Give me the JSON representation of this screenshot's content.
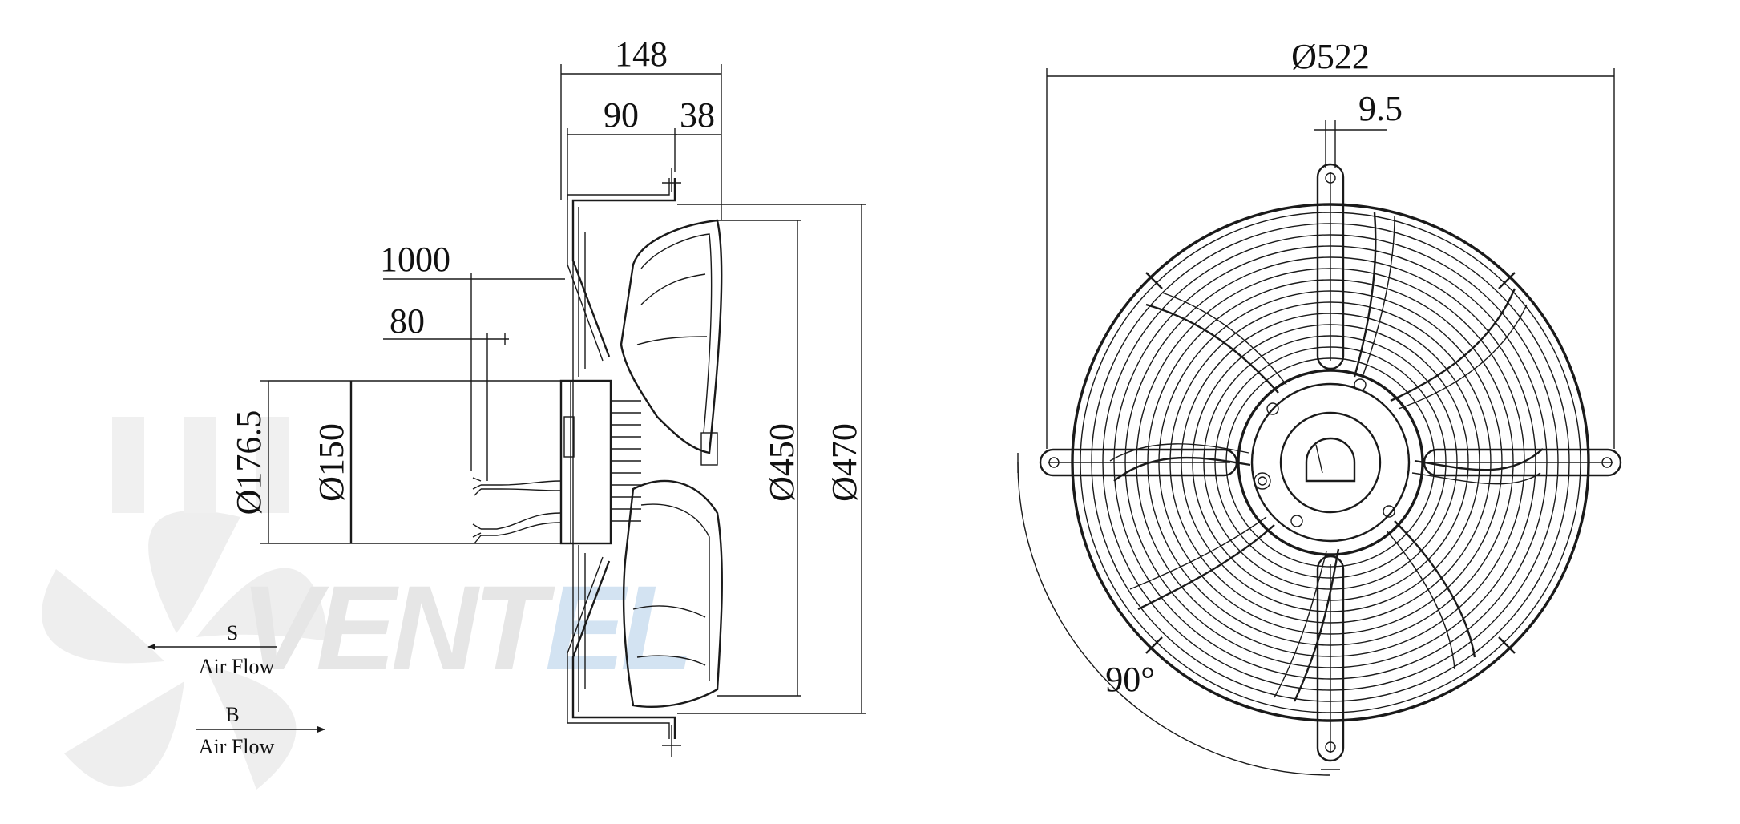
{
  "side_view": {
    "dim_depth_total": "148",
    "dim_depth_motor": "90",
    "dim_depth_rim": "38",
    "dim_cable_length": "1000",
    "dim_cable_strip": "80",
    "dim_motor_flange": "Ø176.5",
    "dim_motor_body": "Ø150",
    "dim_blade_dia": "Ø450",
    "dim_guard_dia": "Ø470"
  },
  "front_view": {
    "dim_mount_span": "Ø522",
    "dim_slot_width": "9.5",
    "dim_angle": "90°"
  },
  "airflow": {
    "s_letter": "S",
    "s_label": "Air Flow",
    "b_letter": "B",
    "b_label": "Air Flow"
  },
  "watermark": {
    "brand": "VENTEL",
    "color_gray": "#e6e6e6",
    "color_blue": "#d3e3f2"
  }
}
